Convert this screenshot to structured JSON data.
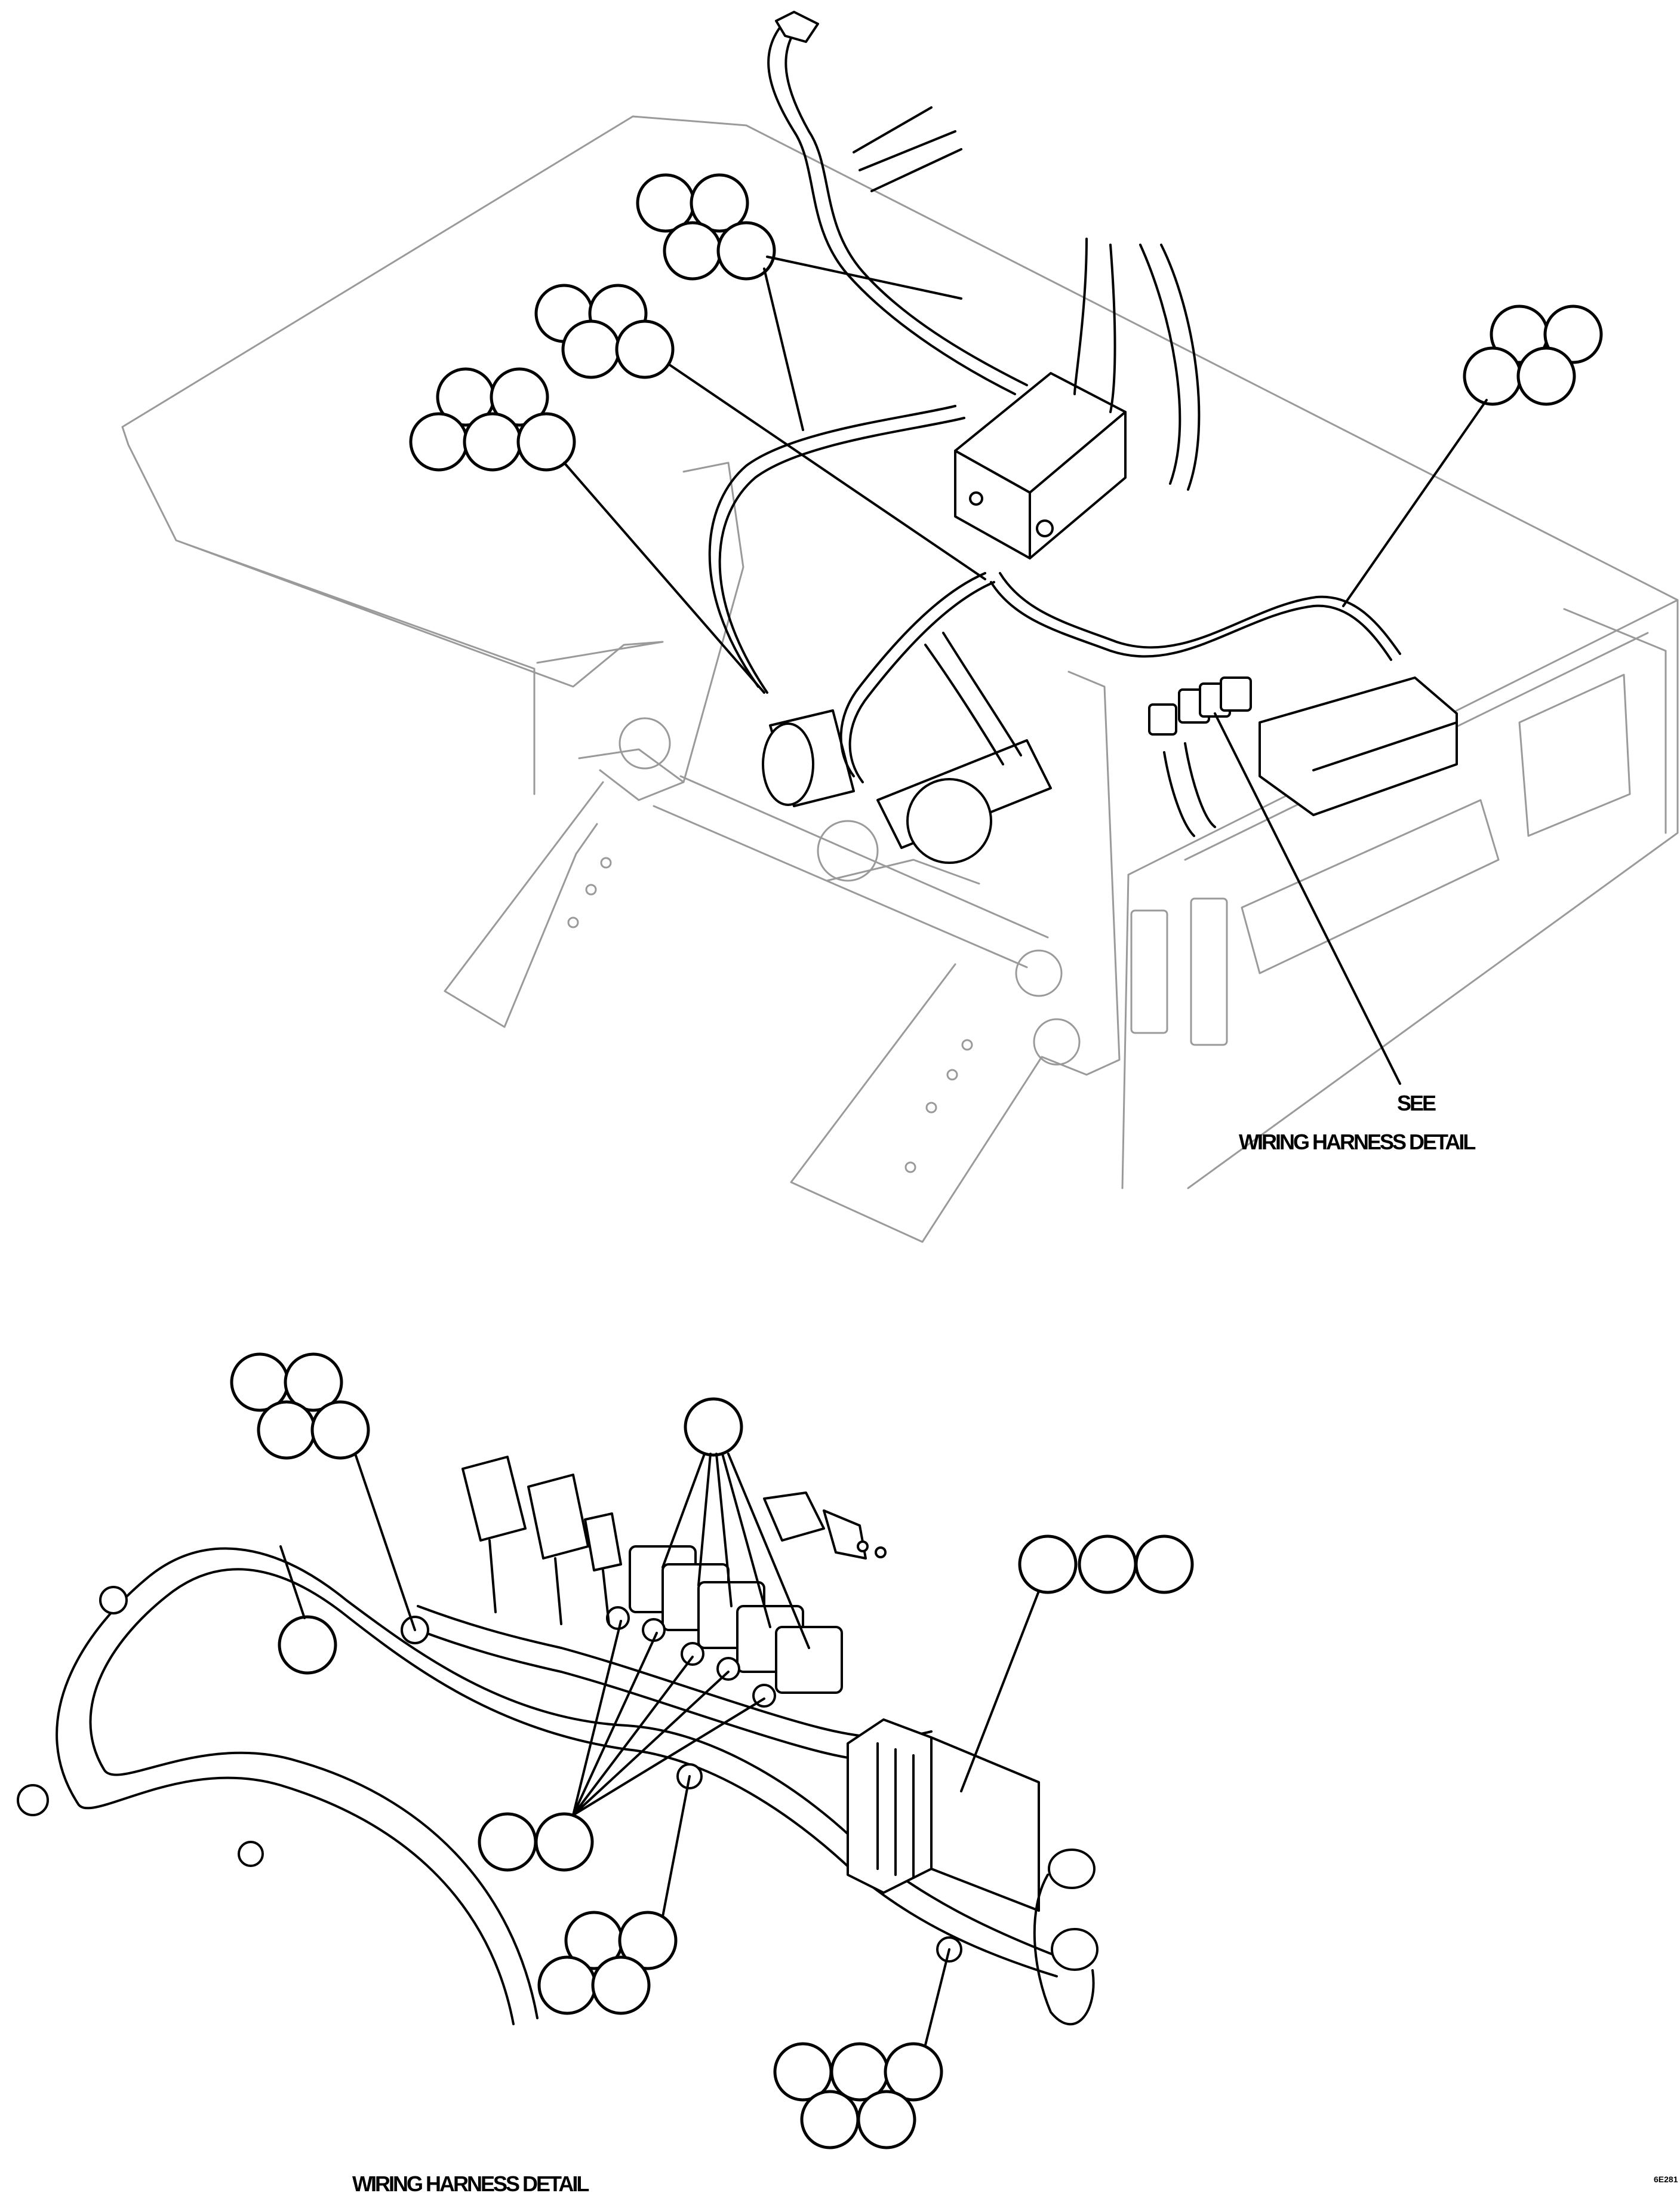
{
  "labels": {
    "see": "SEE",
    "harness_ref_top": "WIRING HARNESS DETAIL",
    "harness_title_bottom": "WIRING HARNESS DETAIL",
    "figure_code": "6E281"
  }
}
